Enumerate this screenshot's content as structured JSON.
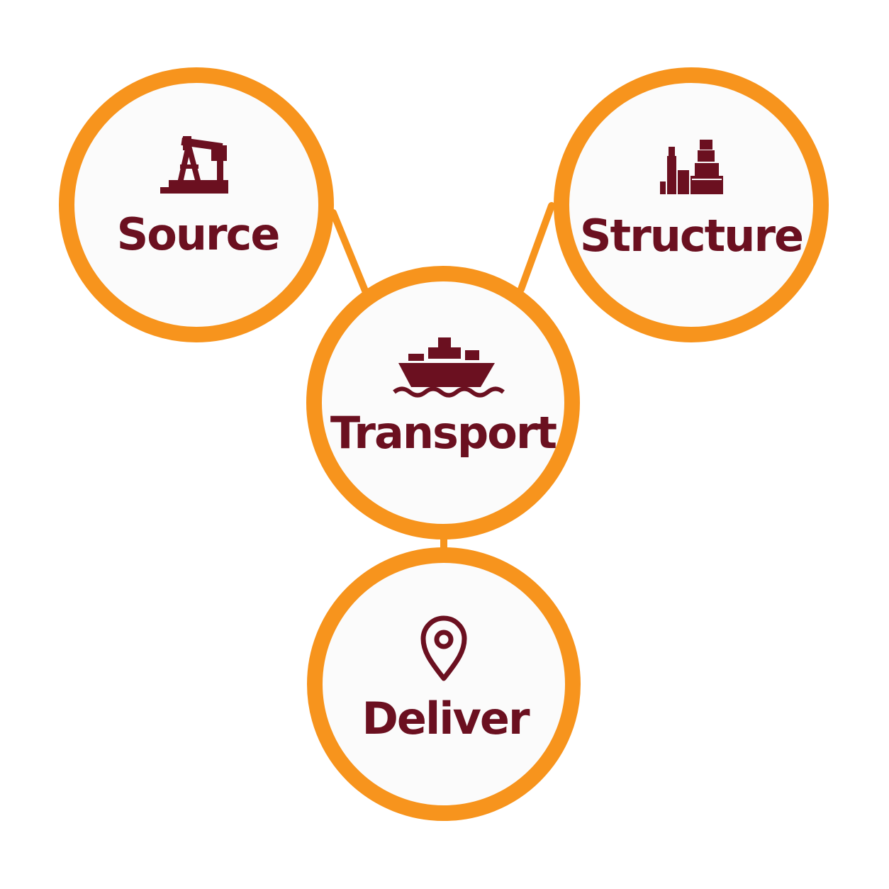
{
  "theme": {
    "ring_color": "#f7941d",
    "icon_and_text_color": "#6b1020",
    "circle_fill": "#fbfbfb",
    "background": "#ffffff"
  },
  "nodes": [
    {
      "id": "source",
      "label": "Source",
      "icon": "oil-pumpjack-icon"
    },
    {
      "id": "structure",
      "label": "Structure",
      "icon": "storage-containers-icon"
    },
    {
      "id": "transport",
      "label": "Transport",
      "icon": "cargo-ship-icon"
    },
    {
      "id": "deliver",
      "label": "Deliver",
      "icon": "location-pin-icon"
    }
  ],
  "edges": [
    {
      "from": "source",
      "to": "transport"
    },
    {
      "from": "structure",
      "to": "transport"
    },
    {
      "from": "transport",
      "to": "deliver"
    }
  ]
}
